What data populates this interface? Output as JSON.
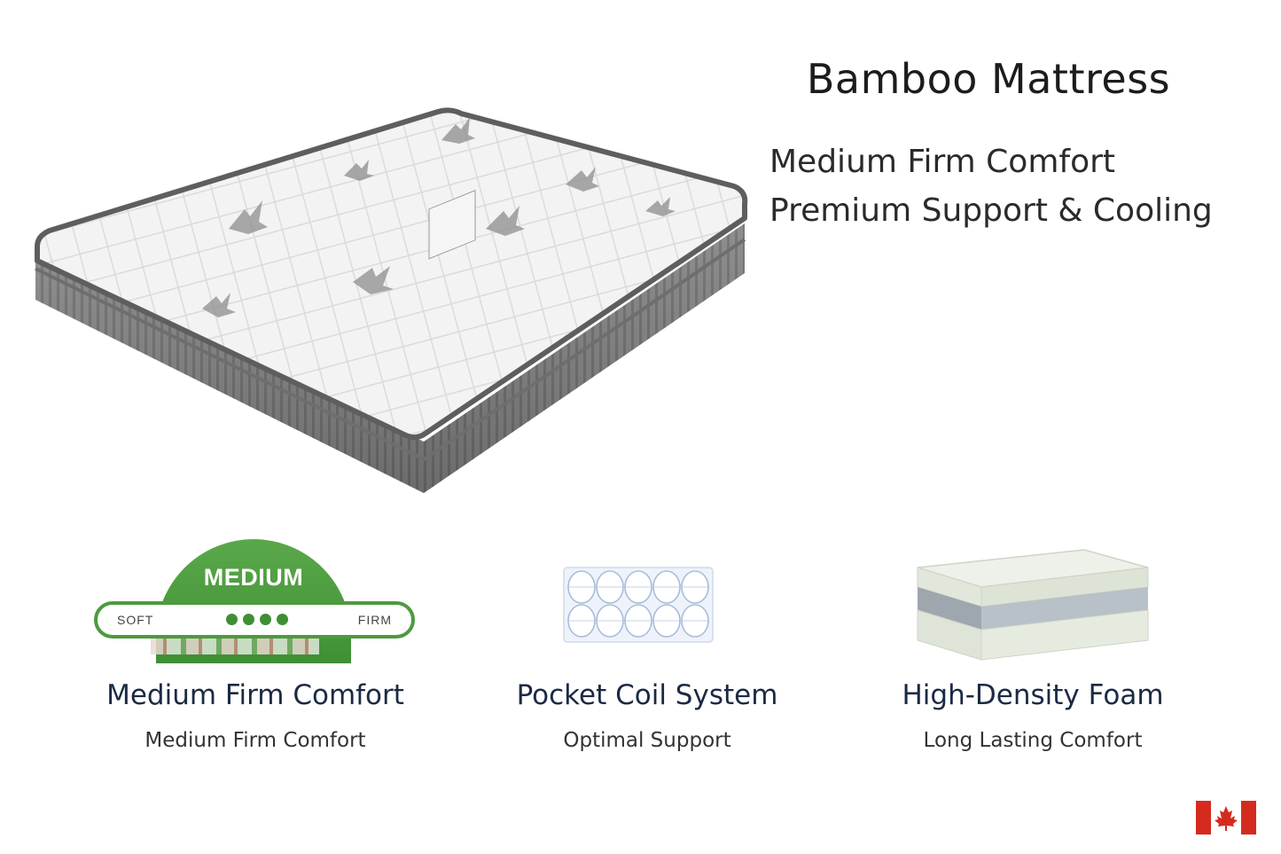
{
  "product": {
    "title": "Bamboo Mattress",
    "subtitle_line1": "Medium Firm Comfort",
    "subtitle_line2": "Premium Support & Cooling"
  },
  "features": [
    {
      "title": "Medium Firm Comfort",
      "description": "Medium Firm Comfort",
      "icon": "comfort-gauge-icon",
      "gauge": {
        "label": "MEDIUM",
        "left_label": "SOFT",
        "right_label": "FIRM",
        "level_dots": 4
      }
    },
    {
      "title": "Pocket Coil System",
      "description": "Optimal Support",
      "icon": "pocket-coil-icon"
    },
    {
      "title": "High-Density Foam",
      "description": "Long Lasting Comfort",
      "icon": "foam-layers-icon"
    }
  ],
  "colors": {
    "accent_green": "#4d9a3f",
    "title_navy": "#1b2a44",
    "flag_red": "#d52b1e"
  },
  "badge": {
    "icon": "canada-flag-icon"
  }
}
